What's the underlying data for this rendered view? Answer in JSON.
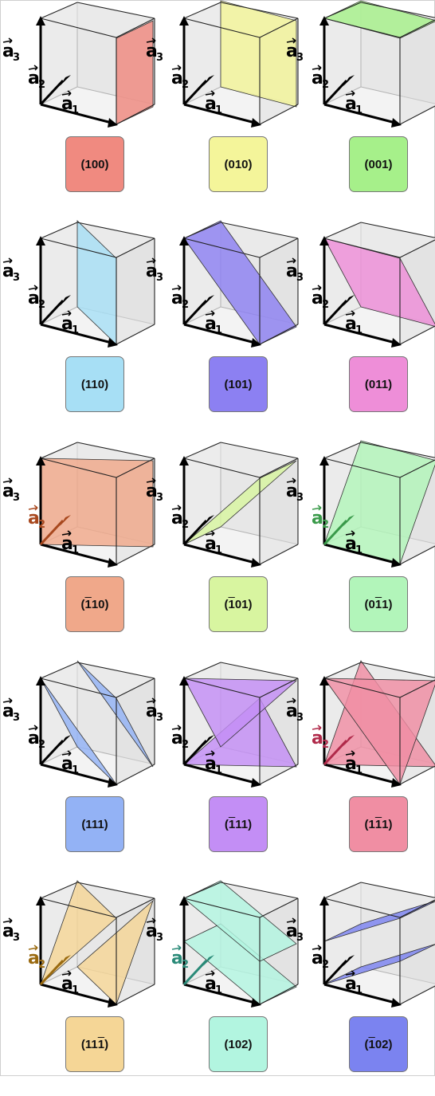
{
  "axes": {
    "a1": {
      "base": "a",
      "sub": "1"
    },
    "a2": {
      "base": "a",
      "sub": "2"
    },
    "a3": {
      "base": "a",
      "sub": "3"
    }
  },
  "planes": [
    {
      "parts": [
        {
          "t": "(100)",
          "o": false
        }
      ],
      "color": "#f08a80",
      "hi": "none"
    },
    {
      "parts": [
        {
          "t": "(010)",
          "o": false
        }
      ],
      "color": "#f4f59a",
      "hi": "none"
    },
    {
      "parts": [
        {
          "t": "(001)",
          "o": false
        }
      ],
      "color": "#a6f08a",
      "hi": "none"
    },
    {
      "parts": [
        {
          "t": "(110)",
          "o": false
        }
      ],
      "color": "#a7dff5",
      "hi": "none"
    },
    {
      "parts": [
        {
          "t": "(101)",
          "o": false
        }
      ],
      "color": "#8c80f2",
      "hi": "none"
    },
    {
      "parts": [
        {
          "t": "(011)",
          "o": false
        }
      ],
      "color": "#ee8ed8",
      "hi": "none"
    },
    {
      "parts": [
        {
          "t": "(",
          "o": false
        },
        {
          "t": "1",
          "o": true
        },
        {
          "t": "10)",
          "o": false
        }
      ],
      "color": "#f0a88a",
      "hi": "a2",
      "hiColor": "#a8481e"
    },
    {
      "parts": [
        {
          "t": "(",
          "o": false
        },
        {
          "t": "1",
          "o": true
        },
        {
          "t": "01)",
          "o": false
        }
      ],
      "color": "#d8f5a0",
      "hi": "none"
    },
    {
      "parts": [
        {
          "t": "(0",
          "o": false
        },
        {
          "t": "1",
          "o": true
        },
        {
          "t": "1)",
          "o": false
        }
      ],
      "color": "#b2f5ba",
      "hi": "a2",
      "hiColor": "#3a9a4a"
    },
    {
      "parts": [
        {
          "t": "(111)",
          "o": false
        }
      ],
      "color": "#93b2f5",
      "hi": "none"
    },
    {
      "parts": [
        {
          "t": "(",
          "o": false
        },
        {
          "t": "1",
          "o": true
        },
        {
          "t": "11)",
          "o": false
        }
      ],
      "color": "#c38ef5",
      "hi": "none"
    },
    {
      "parts": [
        {
          "t": "(1",
          "o": false
        },
        {
          "t": "1",
          "o": true
        },
        {
          "t": "1)",
          "o": false
        }
      ],
      "color": "#f08ea3",
      "hi": "a2",
      "hiColor": "#b02a4a"
    },
    {
      "parts": [
        {
          "t": "(11",
          "o": false
        },
        {
          "t": "1",
          "o": true
        },
        {
          "t": ")",
          "o": false
        }
      ],
      "color": "#f5d696",
      "hi": "a2",
      "hiColor": "#9a6a10"
    },
    {
      "parts": [
        {
          "t": "(102)",
          "o": false
        }
      ],
      "color": "#b2f5e0",
      "hi": "a2",
      "hiColor": "#2a8a78"
    },
    {
      "parts": [
        {
          "t": "(",
          "o": false
        },
        {
          "t": "1",
          "o": true
        },
        {
          "t": "02)",
          "o": false
        }
      ],
      "color": "#7b83f0",
      "hi": "none"
    }
  ]
}
